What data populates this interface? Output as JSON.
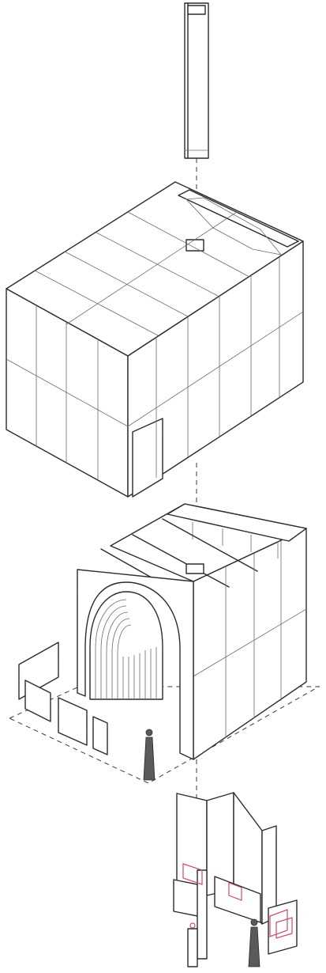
{
  "diagram": {
    "components": [
      "chimney",
      "roof-shell",
      "arched-core",
      "interior-fittings"
    ],
    "colors": {
      "line": "#2b2b2b",
      "accent": "#c94a73",
      "figure": "#5a5a5a"
    }
  }
}
